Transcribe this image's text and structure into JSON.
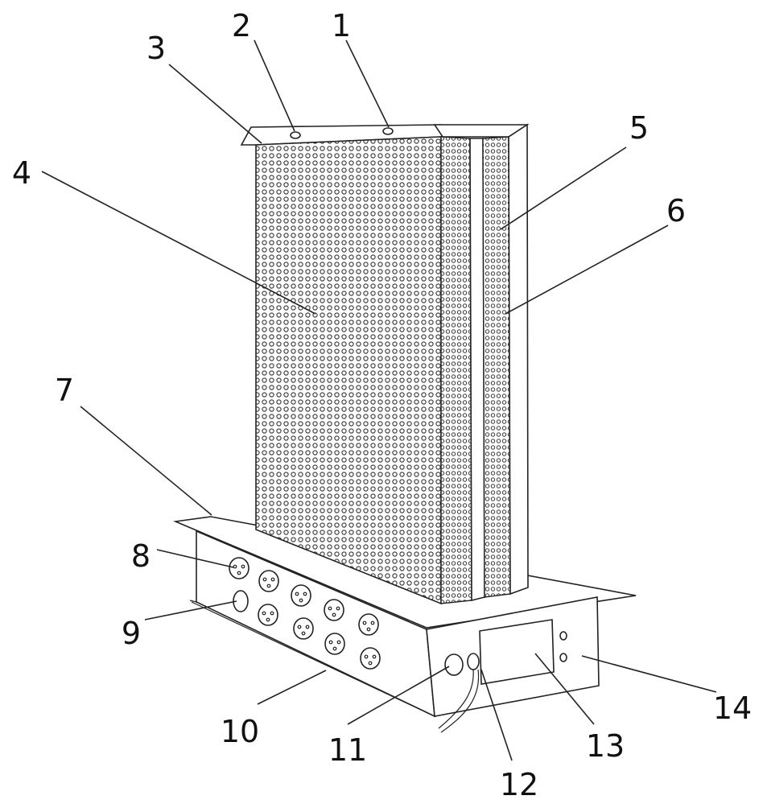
{
  "diagram": {
    "labels": [
      {
        "id": "1",
        "text": "1"
      },
      {
        "id": "2",
        "text": "2"
      },
      {
        "id": "3",
        "text": "3"
      },
      {
        "id": "4",
        "text": "4"
      },
      {
        "id": "5",
        "text": "5"
      },
      {
        "id": "6",
        "text": "6"
      },
      {
        "id": "7",
        "text": "7"
      },
      {
        "id": "8",
        "text": "8"
      },
      {
        "id": "9",
        "text": "9"
      },
      {
        "id": "10",
        "text": "10"
      },
      {
        "id": "11",
        "text": "11"
      },
      {
        "id": "12",
        "text": "12"
      },
      {
        "id": "13",
        "text": "13"
      },
      {
        "id": "14",
        "text": "14"
      }
    ],
    "colors": {
      "line": "#222222",
      "background": "#ffffff",
      "mesh": "#333333"
    }
  }
}
